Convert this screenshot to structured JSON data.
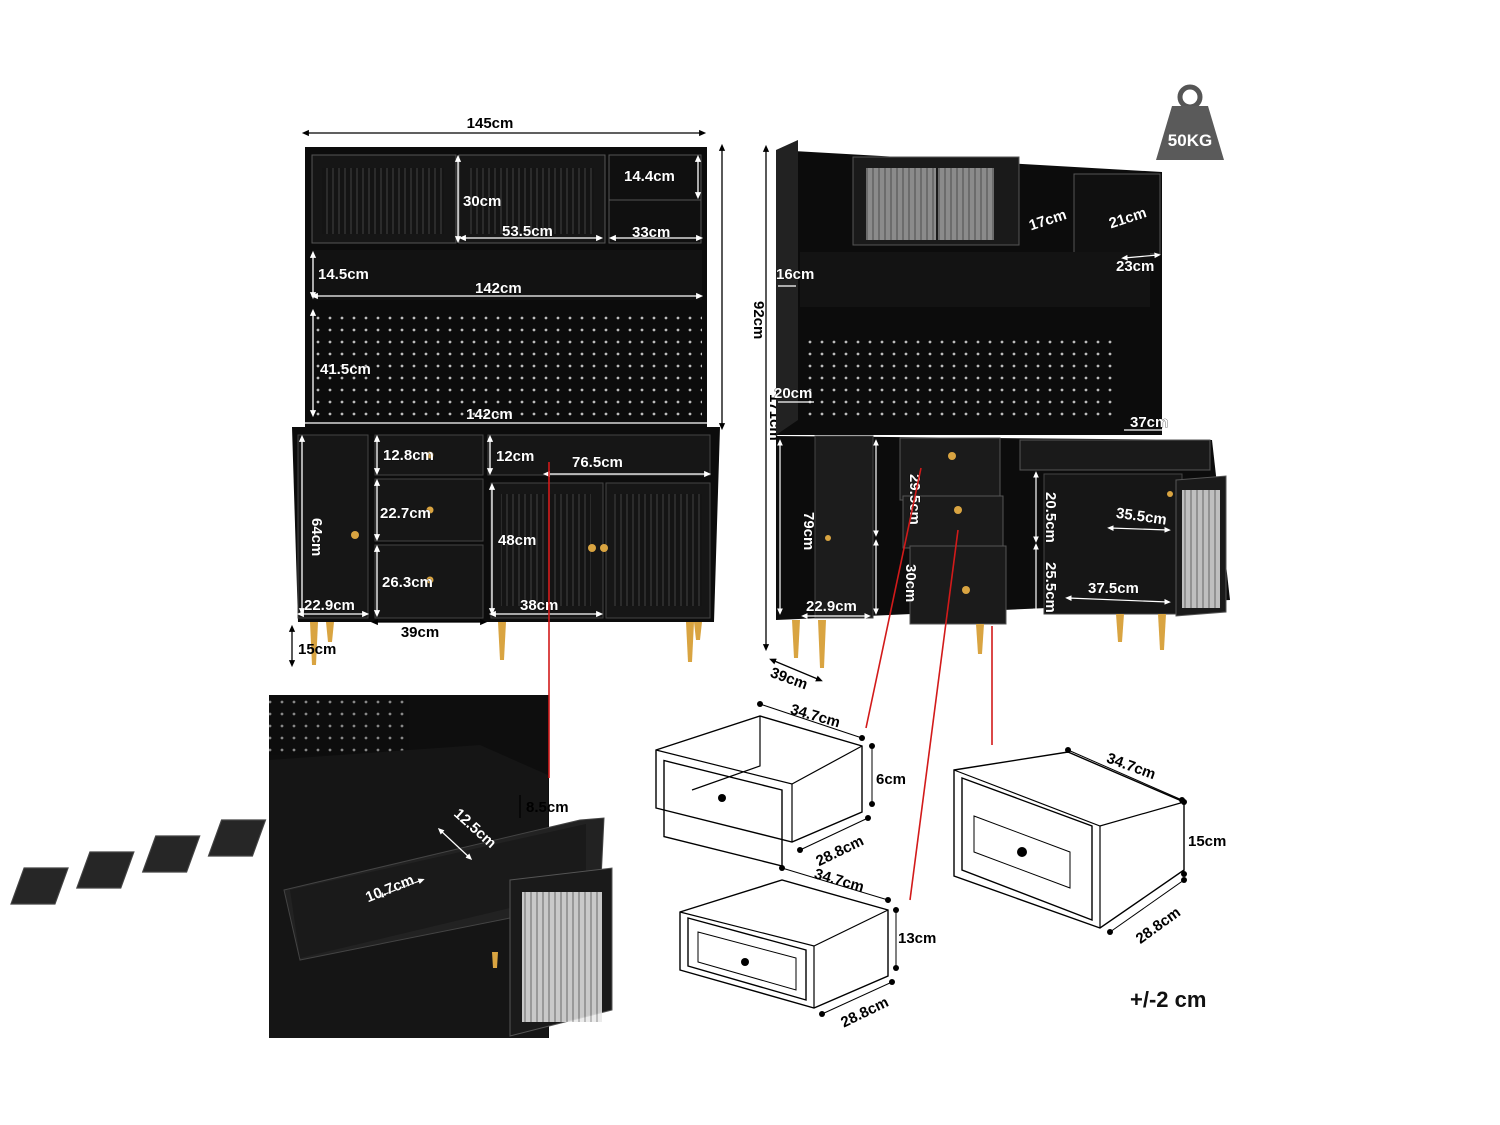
{
  "weight": {
    "label": "50KG"
  },
  "tolerance": "+/-2 cm",
  "front_view": {
    "total_width": "145cm",
    "top_height": "92cm",
    "leg_height": "15cm",
    "top_cabinet_height": "30cm",
    "glass_door_width": "53.5cm",
    "wine_rack_height": "14.4cm",
    "wine_rack_width": "33cm",
    "open_shelf_height": "14.5cm",
    "shelf_width_upper": "142cm",
    "pegboard_height": "41.5cm",
    "counter_width": "142cm",
    "left_door_height": "64cm",
    "left_door_width": "22.9cm",
    "drawer1_height": "12.8cm",
    "drawer2_height": "22.7cm",
    "drawer3_height": "26.3cm",
    "drawer_column_width": "39cm",
    "bottle_drawer_height": "12cm",
    "bottle_drawer_width": "76.5cm",
    "cabinet_door_height": "48cm",
    "cabinet_door_width": "38cm"
  },
  "side_view": {
    "total_height": "171cm",
    "depth": "39cm",
    "cubby_17": "17cm",
    "cubby_21": "21cm",
    "rack_depth": "23cm",
    "top_depth": "16cm",
    "counter_depth_20": "20cm",
    "counter_depth_37": "37cm",
    "base_height": "79cm",
    "left_width": "22.9cm",
    "left_shelf": "30cm",
    "drawer_a": "29.5cm",
    "drawer_b": "20.5cm",
    "drawer_c": "25.5cm",
    "inner_depth_upper": "35.5cm",
    "inner_depth_lower": "37.5cm"
  },
  "detail_view": {
    "bottle_depth": "8.5cm",
    "slot_length": "12.5cm",
    "slot_width": "10.7cm"
  },
  "drawers": [
    {
      "width": "34.7cm",
      "height": "6cm",
      "depth": "28.8cm"
    },
    {
      "width": "34.7cm",
      "height": "13cm",
      "depth": "28.8cm"
    },
    {
      "width": "34.7cm",
      "height": "15cm",
      "depth": "28.8cm"
    }
  ]
}
